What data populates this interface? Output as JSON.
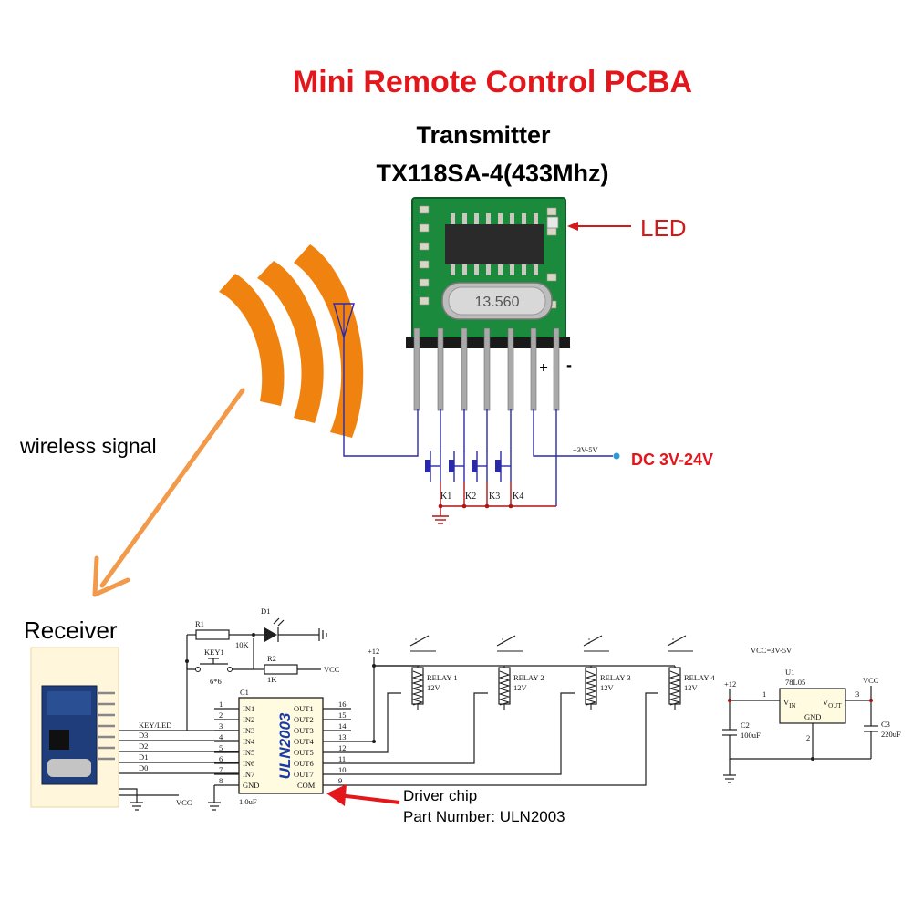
{
  "title": "Mini Remote Control PCBA",
  "subtitle_line1": "Transmitter",
  "subtitle_line2": "TX118SA-4(433Mhz)",
  "labels": {
    "led": "LED",
    "wireless_signal": "wireless signal",
    "dc_range": "DC 3V-24V",
    "vcc_small": "+3V-5V",
    "plus": "+",
    "minus": "-",
    "receiver": "Receiver",
    "driver_chip_line1": "Driver chip",
    "driver_chip_line2": "Part Number: ULN2003",
    "crystal": "13.560"
  },
  "buttons": [
    "K1",
    "K2",
    "K3",
    "K4"
  ],
  "receiver_pins": [
    "KEY/LED",
    "D3",
    "D2",
    "D1",
    "D0"
  ],
  "receiver_vcc": "VCC",
  "top_circuit": {
    "r1": "R1",
    "r1_val": "10K",
    "d1": "D1",
    "key1": "KEY1",
    "key1_val": "6*6",
    "r2": "R2",
    "r2_val": "1K",
    "vcc": "VCC"
  },
  "ic": {
    "name": "ULN2003",
    "ref": "C1",
    "cap": "1.0uF",
    "left_pins": [
      {
        "num": "1",
        "name": "IN1"
      },
      {
        "num": "2",
        "name": "IN2"
      },
      {
        "num": "3",
        "name": "IN3"
      },
      {
        "num": "4",
        "name": "IN4"
      },
      {
        "num": "5",
        "name": "IN5"
      },
      {
        "num": "6",
        "name": "IN6"
      },
      {
        "num": "7",
        "name": "IN7"
      },
      {
        "num": "8",
        "name": "GND"
      }
    ],
    "right_pins": [
      {
        "num": "16",
        "name": "OUT1"
      },
      {
        "num": "15",
        "name": "OUT2"
      },
      {
        "num": "14",
        "name": "OUT3"
      },
      {
        "num": "13",
        "name": "OUT4"
      },
      {
        "num": "12",
        "name": "OUT5"
      },
      {
        "num": "11",
        "name": "OUT6"
      },
      {
        "num": "10",
        "name": "OUT7"
      },
      {
        "num": "9",
        "name": "COM"
      }
    ]
  },
  "relay_supply": "+12",
  "relays": [
    {
      "name": "RELAY 1",
      "voltage": "12V"
    },
    {
      "name": "RELAY 2",
      "voltage": "12V"
    },
    {
      "name": "RELAY 3",
      "voltage": "12V"
    },
    {
      "name": "RELAY 4",
      "voltage": "12V"
    }
  ],
  "regulator": {
    "vcc_note": "VCC=3V-5V",
    "ref": "U1",
    "part": "78L05",
    "vin": "V",
    "vin_sub": "IN",
    "vout": "V",
    "vout_sub": "OUT",
    "gnd": "GND",
    "pin1": "1",
    "pin2": "2",
    "pin3": "3",
    "supply": "+12",
    "vcc": "VCC",
    "c2": "C2",
    "c2_val": "100uF",
    "c3": "C3",
    "c3_val": "220uF"
  },
  "colors": {
    "title_red": "#e3161b",
    "signal_orange": "#f0830f",
    "arrow_orange": "#f29a4a",
    "pcb_green": "#1b8a3c",
    "wire_blue": "#2a2aa8",
    "dc_red": "#e3161b"
  }
}
